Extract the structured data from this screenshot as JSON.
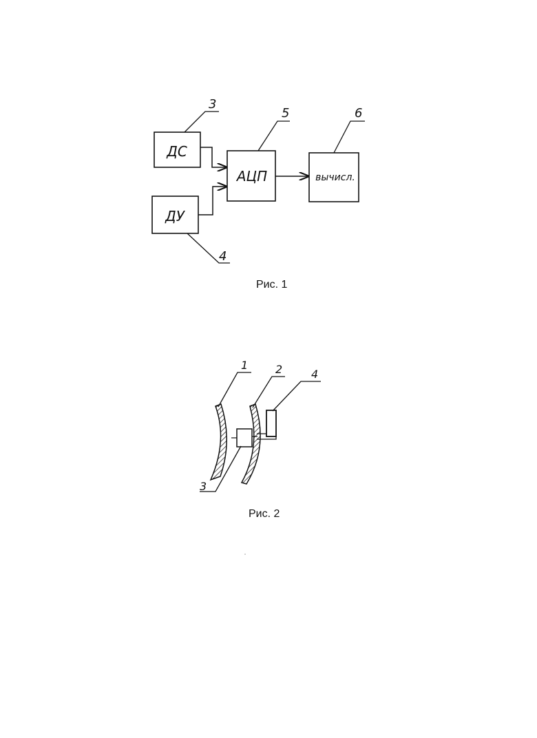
{
  "figure1": {
    "caption": "Рис. 1",
    "blocks": {
      "ds": "ДС",
      "du": "ДУ",
      "adc": "АЦП",
      "calc": "вычисл."
    },
    "callouts": {
      "ds": "3",
      "du": "4",
      "adc": "5",
      "calc": "6"
    }
  },
  "figure2": {
    "caption": "Рис. 2",
    "callouts": {
      "plate1": "1",
      "plate2": "2",
      "sensor3": "3",
      "sensor4": "4"
    }
  },
  "colors": {
    "ink": "#111111",
    "paper": "#ffffff"
  }
}
